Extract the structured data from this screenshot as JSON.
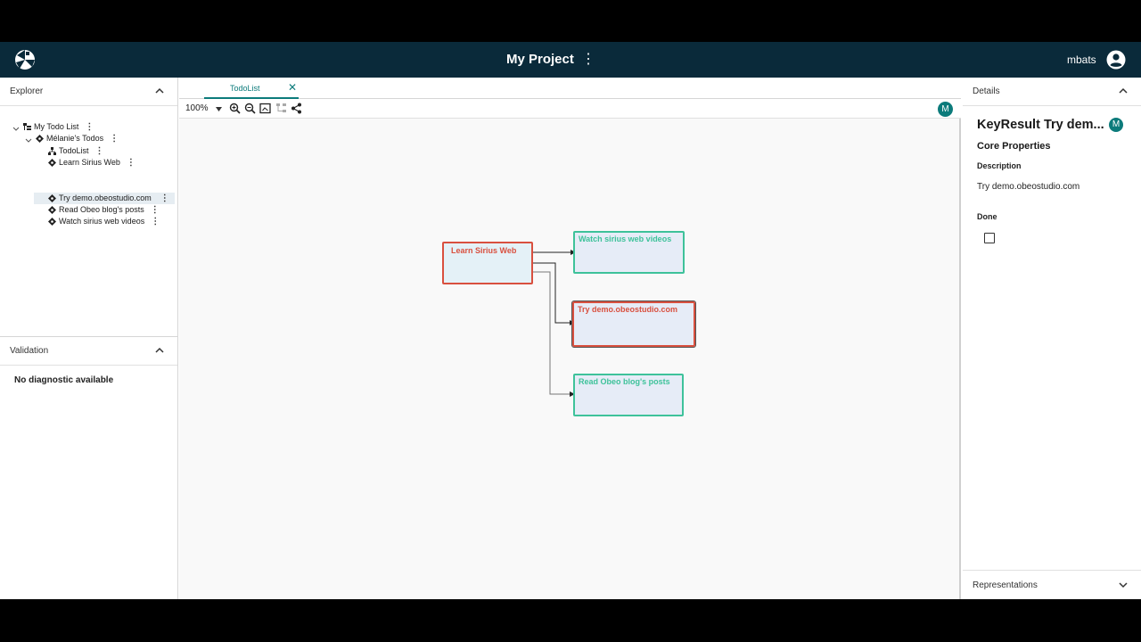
{
  "header": {
    "project_title": "My Project",
    "project_menu": "⋮",
    "user_name": "mbats"
  },
  "explorer": {
    "title": "Explorer",
    "tree": [
      {
        "label": "My Todo List",
        "icon": "model-icon",
        "level": 0,
        "expanded": true
      },
      {
        "label": "Mélanie's Todos",
        "icon": "objective-icon",
        "level": 1,
        "expanded": true
      },
      {
        "label": "TodoList",
        "icon": "diagram-icon",
        "level": 2
      },
      {
        "label": "Learn Sirius Web",
        "icon": "key-result-icon",
        "level": 2
      },
      {
        "label": "Try demo.obeostudio.com",
        "icon": "key-result-icon",
        "level": 2,
        "selected": true
      },
      {
        "label": "Read Obeo blog's posts",
        "icon": "key-result-icon",
        "level": 2
      },
      {
        "label": "Watch sirius web videos",
        "icon": "key-result-icon",
        "level": 2
      }
    ]
  },
  "validation": {
    "title": "Validation",
    "message": "No diagnostic available"
  },
  "editor": {
    "tab_label": "TodoList",
    "zoom_level": "100%",
    "avatar_initial": "M",
    "nodes": [
      {
        "label": "Learn Sirius Web",
        "status": "red"
      },
      {
        "label": "Watch sirius web videos",
        "status": "green"
      },
      {
        "label": "Try demo.obeostudio.com",
        "status": "red",
        "selected": true
      },
      {
        "label": "Read Obeo blog's posts",
        "status": "green"
      }
    ]
  },
  "details": {
    "title": "Details",
    "heading": "KeyResult Try dem...",
    "avatar_initial": "M",
    "core_properties": "Core Properties",
    "description_label": "Description",
    "description_value": "Try demo.obeostudio.com",
    "done_label": "Done",
    "done_checked": false
  },
  "representations": {
    "title": "Representations"
  },
  "colors": {
    "header_bg": "#0a2a3a",
    "accent": "#0c7b7b",
    "node_red": "#d9503f",
    "node_green": "#3ec29a",
    "node_fill": "#e6ecf7"
  }
}
